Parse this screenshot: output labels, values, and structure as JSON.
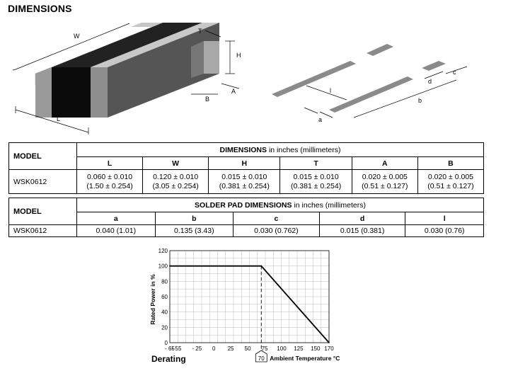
{
  "section_title": "DIMENSIONS",
  "drawing_labels": {
    "W": "W",
    "T": "T",
    "H": "H",
    "L": "L",
    "A": "A",
    "B": "B",
    "l": "l",
    "a": "a",
    "b": "b",
    "c": "c",
    "d": "d"
  },
  "dimensions_table": {
    "model_header": "MODEL",
    "group_title": "DIMENSIONS",
    "group_unit": "in inches (millimeters)",
    "columns": [
      "L",
      "W",
      "H",
      "T",
      "A",
      "B"
    ],
    "rows": [
      {
        "model": "WSK0612",
        "cells": [
          {
            "inch": "0.060 ± 0.010",
            "mm": "(1.50 ± 0.254)"
          },
          {
            "inch": "0.120 ± 0.010",
            "mm": "(3.05 ± 0.254)"
          },
          {
            "inch": "0.015 ± 0.010",
            "mm": "(0.381 ± 0.254)"
          },
          {
            "inch": "0.015 ± 0.010",
            "mm": "(0.381 ± 0.254)"
          },
          {
            "inch": "0.020 ± 0.005",
            "mm": "(0.51 ± 0.127)"
          },
          {
            "inch": "0.020 ± 0.005",
            "mm": "(0.51 ± 0.127)"
          }
        ]
      }
    ]
  },
  "pad_table": {
    "model_header": "MODEL",
    "group_title": "SOLDER PAD DIMENSIONS",
    "group_unit": "in inches (millimeters)",
    "columns": [
      "a",
      "b",
      "c",
      "d",
      "l"
    ],
    "rows": [
      {
        "model": "WSK0612",
        "cells": [
          "0.040 (1.01)",
          "0.135 (3.43)",
          "0.030 (0.762)",
          "0.015 (0.381)",
          "0.030 (0.76)"
        ]
      }
    ]
  },
  "chart_data": {
    "type": "line",
    "title": "Derating",
    "xlabel": "Ambient Temperature °C",
    "ylabel": "Rated Power in %",
    "x_tick_labels": [
      "- 65",
      "- 55",
      "- 25",
      "0",
      "25",
      "50",
      "75",
      "100",
      "125",
      "150",
      "170"
    ],
    "x_ticks": [
      -65,
      -55,
      -25,
      0,
      25,
      50,
      75,
      100,
      125,
      150,
      170
    ],
    "y_ticks": [
      0,
      20,
      40,
      60,
      80,
      100,
      120
    ],
    "xlim": [
      -65,
      170
    ],
    "ylim": [
      0,
      120
    ],
    "grid": true,
    "series": [
      {
        "x": [
          -65,
          70,
          170
        ],
        "y": [
          100,
          100,
          0
        ]
      }
    ],
    "marker_line_x": 70,
    "marker_label": "70"
  }
}
